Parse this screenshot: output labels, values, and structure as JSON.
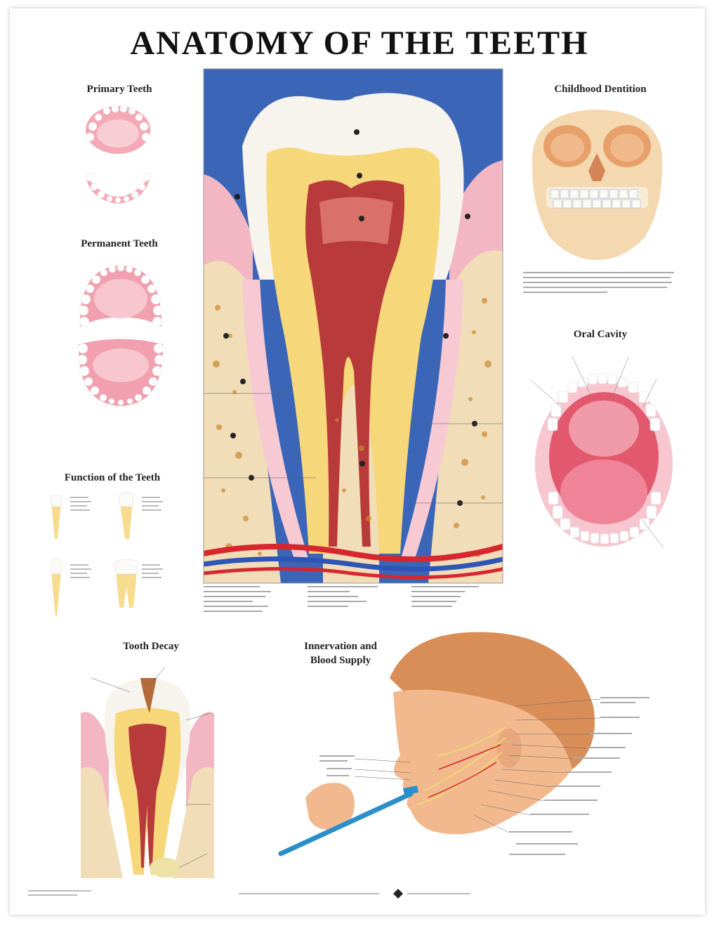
{
  "title": "ANATOMY OF THE TEETH",
  "sections": {
    "primary_teeth": "Primary Teeth",
    "permanent_teeth": "Permanent Teeth",
    "function_of_teeth": "Function of the Teeth",
    "childhood_dentition": "Childhood Dentition",
    "oral_cavity": "Oral Cavity",
    "tooth_decay": "Tooth Decay",
    "innervation_line1": "Innervation and",
    "innervation_line2": "Blood Supply"
  },
  "colors": {
    "enamel": "#f7f4ee",
    "dentin": "#f6d77a",
    "pulp": "#b83a3a",
    "gum": "#f3b7c4",
    "bone": "#f1ddb8",
    "background_blue": "#3b66b7",
    "artery": "#d7262d",
    "vein": "#2d55b5",
    "toothbrush": "#2a8fc9",
    "skin": "#f2b98f"
  }
}
